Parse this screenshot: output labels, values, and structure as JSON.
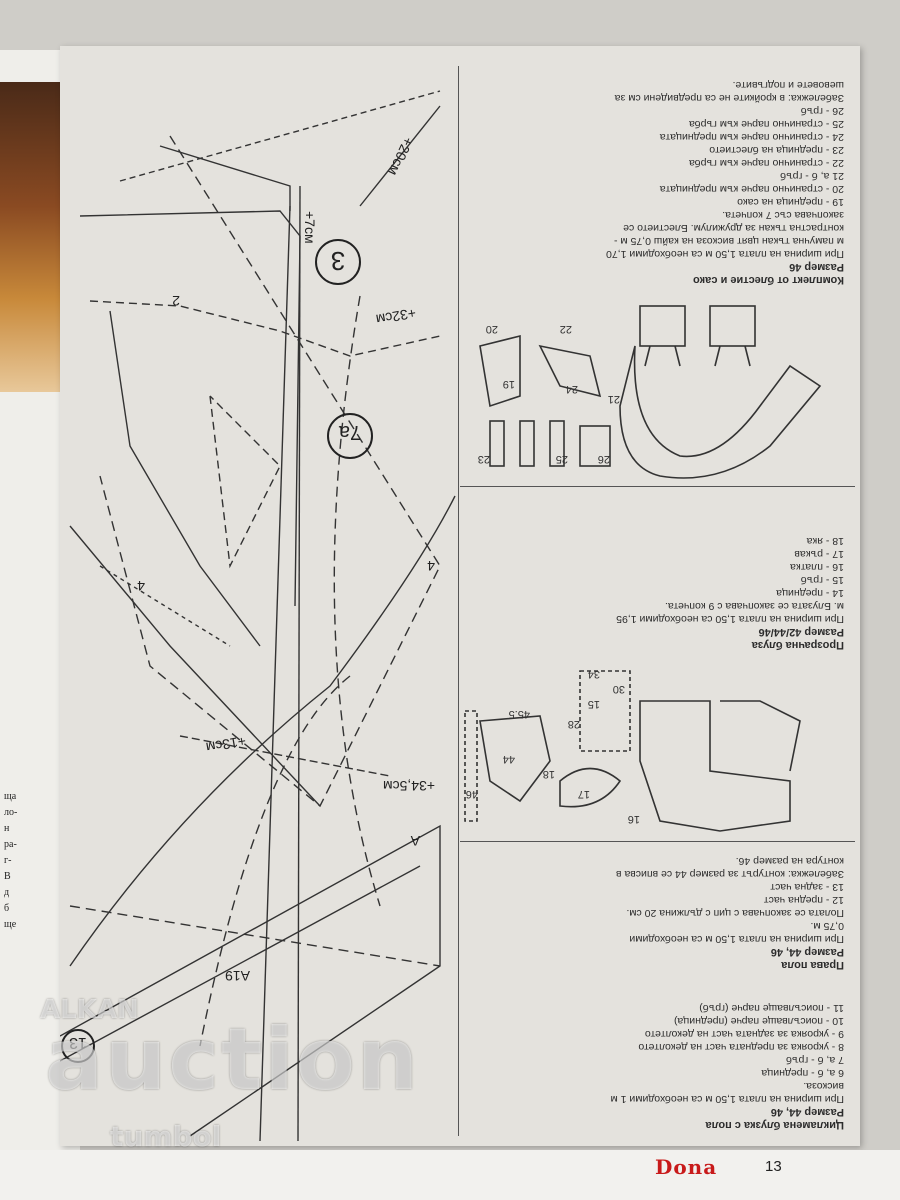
{
  "watermark": {
    "top_text": "ALKAN",
    "main_text": "auction",
    "sub_text": "tumbol"
  },
  "side_page": {
    "text_lines": [
      "ща",
      "ло-",
      "н",
      "ра-",
      "г-",
      "В",
      "д",
      "б",
      "ще"
    ]
  },
  "sections": {
    "blouse_skirt": {
      "title": "Цикламена блузка с пола",
      "size": "Размер 44, 46",
      "lines": [
        "При ширина на плата 1,50 м са необходими 1 м",
        "вискоза.",
        "6 а, б - предница",
        "7 а, б - гръб",
        "8 - укрояка за предната част на деколтето",
        "9 - укрояка за задната част на деколтето",
        "10 - поисълваще парче (предница)",
        "11 - поисълваще парче (гръб)"
      ]
    },
    "straight_skirt": {
      "title": "Права пола",
      "size": "Размер 44, 46",
      "lines": [
        "При ширина на плата 1,50 м са необходими",
        "0,75 м.",
        "Полата се закопчава с цип с дължина 20 см.",
        "12 - предна част",
        "13 - задна част",
        "Забележка: контурът за размер 44 се вписва в",
        "контура на размер 46."
      ]
    },
    "sheer_blouse": {
      "title": "Прозрачна блуза",
      "size": "Размер 42/44/46",
      "lines": [
        "При ширина на плата 1,50 са необходими 1,95",
        "м. Блузата се закопчава с 9 копчета.",
        "14 - предница",
        "15 - гръб",
        "16 - платка",
        "17 - ръкав",
        "18 - яка"
      ]
    },
    "vest_jacket": {
      "title": "Комплект от блестие и сако",
      "size": "Размер 46",
      "lines": [
        "При ширина на плата 1,50 м са необходими 1,70",
        "м памучна тъкан цвят вискоза на кайш 0,75 м -",
        "контрастна тъкан за дружилум. Блестието се",
        "закопчава със 7 копчета.",
        "19 - предница на сако",
        "20 - странично парче към предницата",
        "21 а, б - гръб",
        "22 - странично парче към гърба",
        "23 - предница на блестието",
        "24 - странично парче към предницата",
        "25 - странично парче към гърба",
        "26 - гръб",
        "Забележка: в кройките не са предвидени см за",
        "шевовете и подгъвите."
      ]
    }
  },
  "pattern_labels": {
    "piece_3": "3",
    "piece_7a": "7а",
    "piece_13": "13",
    "meas_20": "+20см",
    "meas_32": "+32см",
    "meas_7": "+7см",
    "meas_34_5": "+34,5см",
    "meas_13": "+13см",
    "mark_4": "4",
    "mark_2": "2",
    "mark_A": "А",
    "mark_Ab": "А19"
  },
  "thumb_labels": {
    "t30": "30",
    "t34": "34",
    "t28": "28",
    "t45_5": "45.5",
    "t46": "46",
    "n15": "15",
    "n44": "44",
    "n18": "18",
    "n17": "17",
    "n16": "16",
    "n20": "20",
    "n22": "22",
    "n19": "19",
    "n24": "24",
    "n21": "21",
    "n23": "23",
    "n25": "25",
    "n26": "26"
  },
  "footer": {
    "brand": "Dona",
    "page_number": "13"
  },
  "colors": {
    "page": "#e4e2dd",
    "ink": "#2c2c2c",
    "brand_red": "#c81a1a"
  }
}
